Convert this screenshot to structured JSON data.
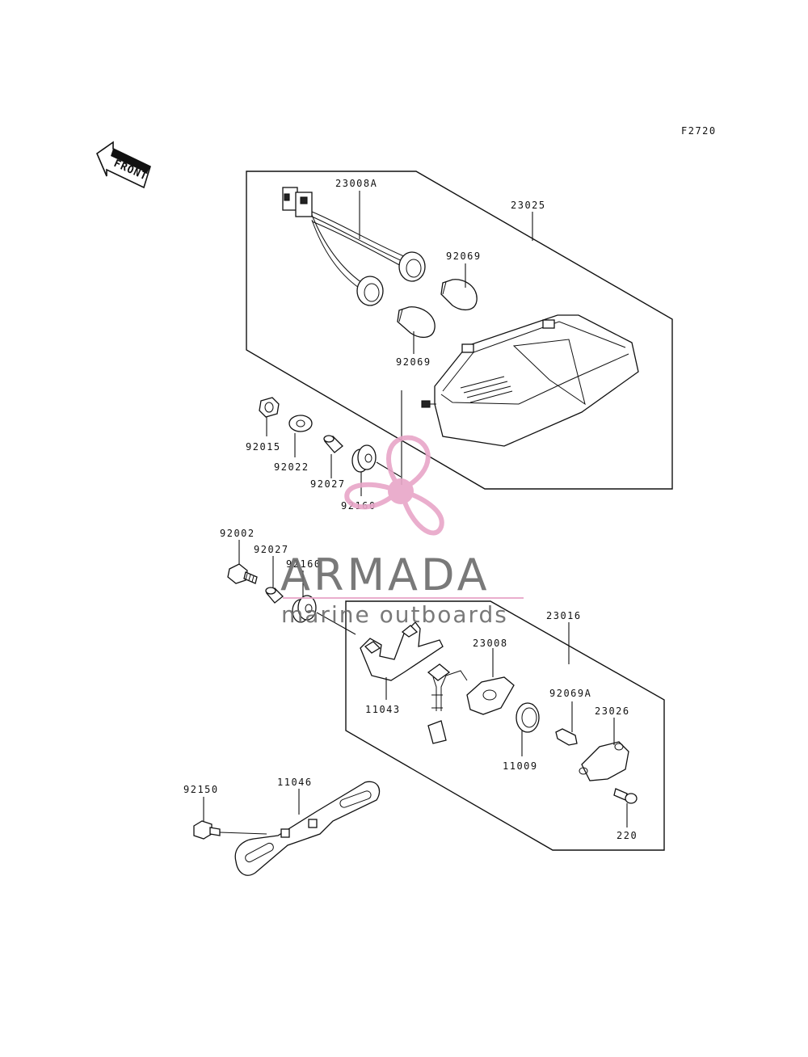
{
  "figure_code": "F2720",
  "front_label": "FRONT",
  "parts": {
    "p23008A": "23008A",
    "p23025": "23025",
    "p92069_top": "92069",
    "p92069_bottom": "92069",
    "p92015": "92015",
    "p92022": "92022",
    "p92027_a": "92027",
    "p92160_a": "92160",
    "p92002": "92002",
    "p92027_b": "92027",
    "p92160_b": "92160",
    "p23016": "23016",
    "p23008": "23008",
    "p11043": "11043",
    "p92069A": "92069A",
    "p23026": "23026",
    "p11009": "11009",
    "p92150": "92150",
    "p11046": "11046",
    "p220": "220"
  },
  "watermark": {
    "brand": "ARMADA",
    "tagline": "marine outboards",
    "logo_color": "#e8a6c8"
  }
}
